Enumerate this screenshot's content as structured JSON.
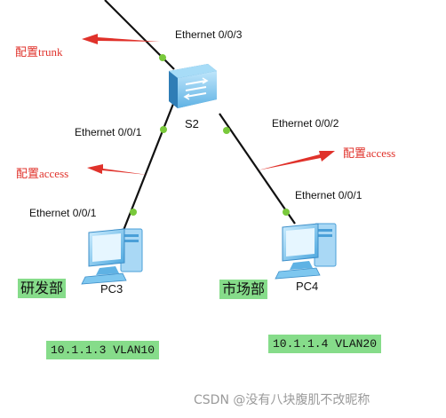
{
  "switch": {
    "name": "S2",
    "icon": "network-switch-icon"
  },
  "ports": {
    "s2_uplink": "Ethernet 0/0/3",
    "s2_left": "Ethernet 0/0/1",
    "s2_right": "Ethernet 0/0/2",
    "pc3_port": "Ethernet 0/0/1",
    "pc4_port": "Ethernet 0/0/1"
  },
  "annotations": {
    "trunk": "配置trunk",
    "access_left": "配置access",
    "access_right": "配置access"
  },
  "pcs": [
    {
      "name": "PC3",
      "department": "研发部",
      "address": "10.1.1.3 VLAN10",
      "icon": "pc-icon"
    },
    {
      "name": "PC4",
      "department": "市场部",
      "address": "10.1.1.4 VLAN20",
      "icon": "pc-icon"
    }
  ],
  "watermark": "CSDN @没有八块腹肌不改昵称",
  "colors": {
    "link": "#111111",
    "port_dot": "#79c93b",
    "annotation": "#e0322b",
    "label_bg": "#86dc8a",
    "device": "#6db8e8"
  }
}
